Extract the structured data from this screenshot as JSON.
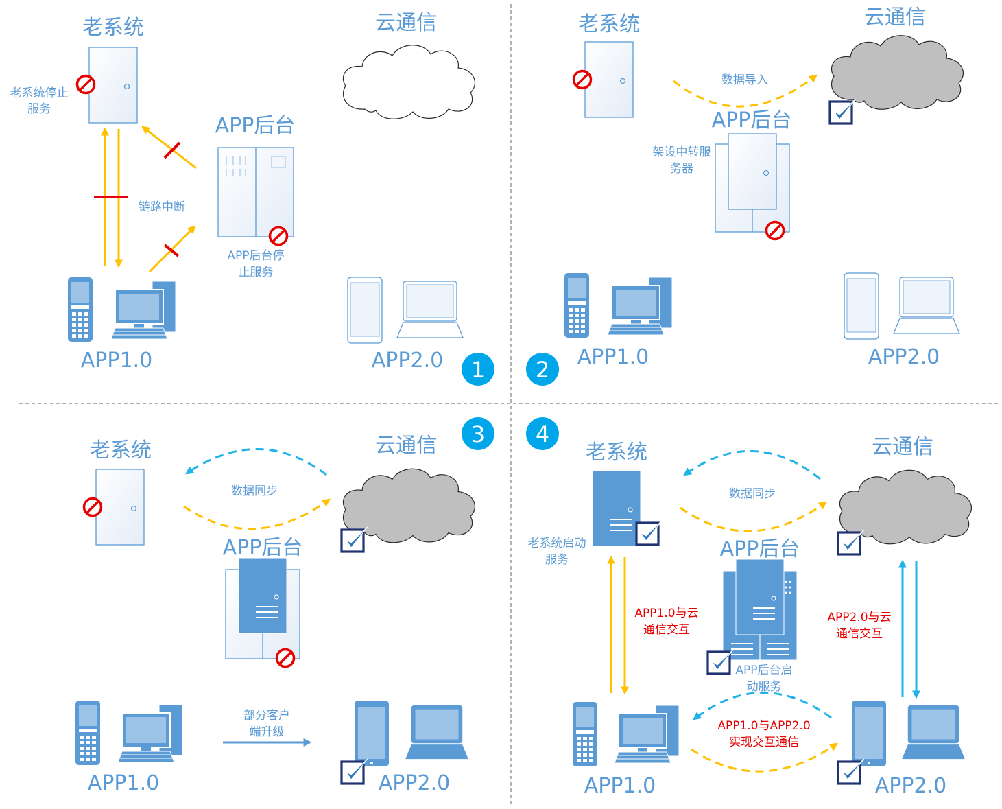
{
  "colors": {
    "accent": "#5b9bd5",
    "badge": "#00a6ea",
    "orange_arrow": "#ffc000",
    "cyan_arrow": "#1fb3e8",
    "error_red": "#e60000",
    "check_navy": "#1f3272",
    "cloud_gray": "#bfbfbf"
  },
  "panel1": {
    "badge": "1",
    "old_system": "老系统",
    "cloud": "云通信",
    "app_backend": "APP后台",
    "old_stop_line1": "老系统停止",
    "old_stop_line2": "服务",
    "link_broken": "链路中断",
    "backend_stop_line1": "APP后台停",
    "backend_stop_line2": "止服务",
    "app1": "APP1.0",
    "app2": "APP2.0"
  },
  "panel2": {
    "badge": "2",
    "old_system": "老系统",
    "cloud": "云通信",
    "data_import": "数据导入",
    "app_backend": "APP后台",
    "relay_line1": "架设中转服",
    "relay_line2": "务器",
    "app1": "APP1.0",
    "app2": "APP2.0"
  },
  "panel3": {
    "badge": "3",
    "old_system": "老系统",
    "cloud": "云通信",
    "data_sync": "数据同步",
    "app_backend": "APP后台",
    "upgrade_line1": "部分客户",
    "upgrade_line2": "端升级",
    "app1": "APP1.0",
    "app2": "APP2.0"
  },
  "panel4": {
    "badge": "4",
    "old_system": "老系统",
    "cloud": "云通信",
    "data_sync": "数据同步",
    "app_backend": "APP后台",
    "old_start_line1": "老系统启动",
    "old_start_line2": "服务",
    "app1_cloud_line1": "APP1.0与云",
    "app1_cloud_line2": "通信交互",
    "app2_cloud_line1": "APP2.0与云",
    "app2_cloud_line2": "通信交互",
    "backend_start_line1": "APP后台启",
    "backend_start_line2": "动服务",
    "interop_line1": "APP1.0与APP2.0",
    "interop_line2": "实现交互通信",
    "app1": "APP1.0",
    "app2": "APP2.0"
  }
}
